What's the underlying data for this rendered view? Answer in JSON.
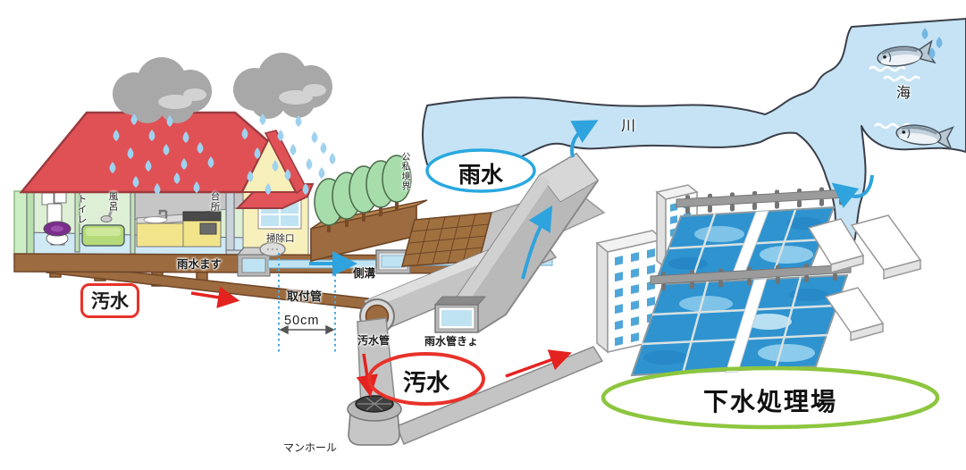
{
  "diagram": {
    "house": {
      "toilet": "トイレ",
      "bath": "風呂",
      "kitchen": "台所"
    },
    "ground": {
      "rain_basin": "雨水ます",
      "cleanout": "掃除口",
      "gutter": "側溝",
      "connecting_pipe": "取付管",
      "distance": "50cm",
      "sewage_badge": "汚水"
    },
    "pipes": {
      "sewage_pipe": "汚水管",
      "rainwater_conduit": "雨水管きょ",
      "manhole": "マンホール",
      "boundary": "公私境界"
    },
    "flows": {
      "rainwater": "雨水",
      "sewage": "汚水"
    },
    "water": {
      "river": "川",
      "sea": "海"
    },
    "plant": {
      "name": "下水処理場"
    },
    "colors": {
      "rainwater_accent": "#29a8e0",
      "sewage_accent": "#e8322a",
      "plant_accent": "#8dc63f",
      "water_blue": "#c5e3f4",
      "roof_red": "#e05156",
      "ground_brown": "#9c6b3f",
      "pool_blue": "#2e93cf",
      "cloud_gray": "#a8a8a8",
      "arrow_red": "#e42320"
    }
  }
}
